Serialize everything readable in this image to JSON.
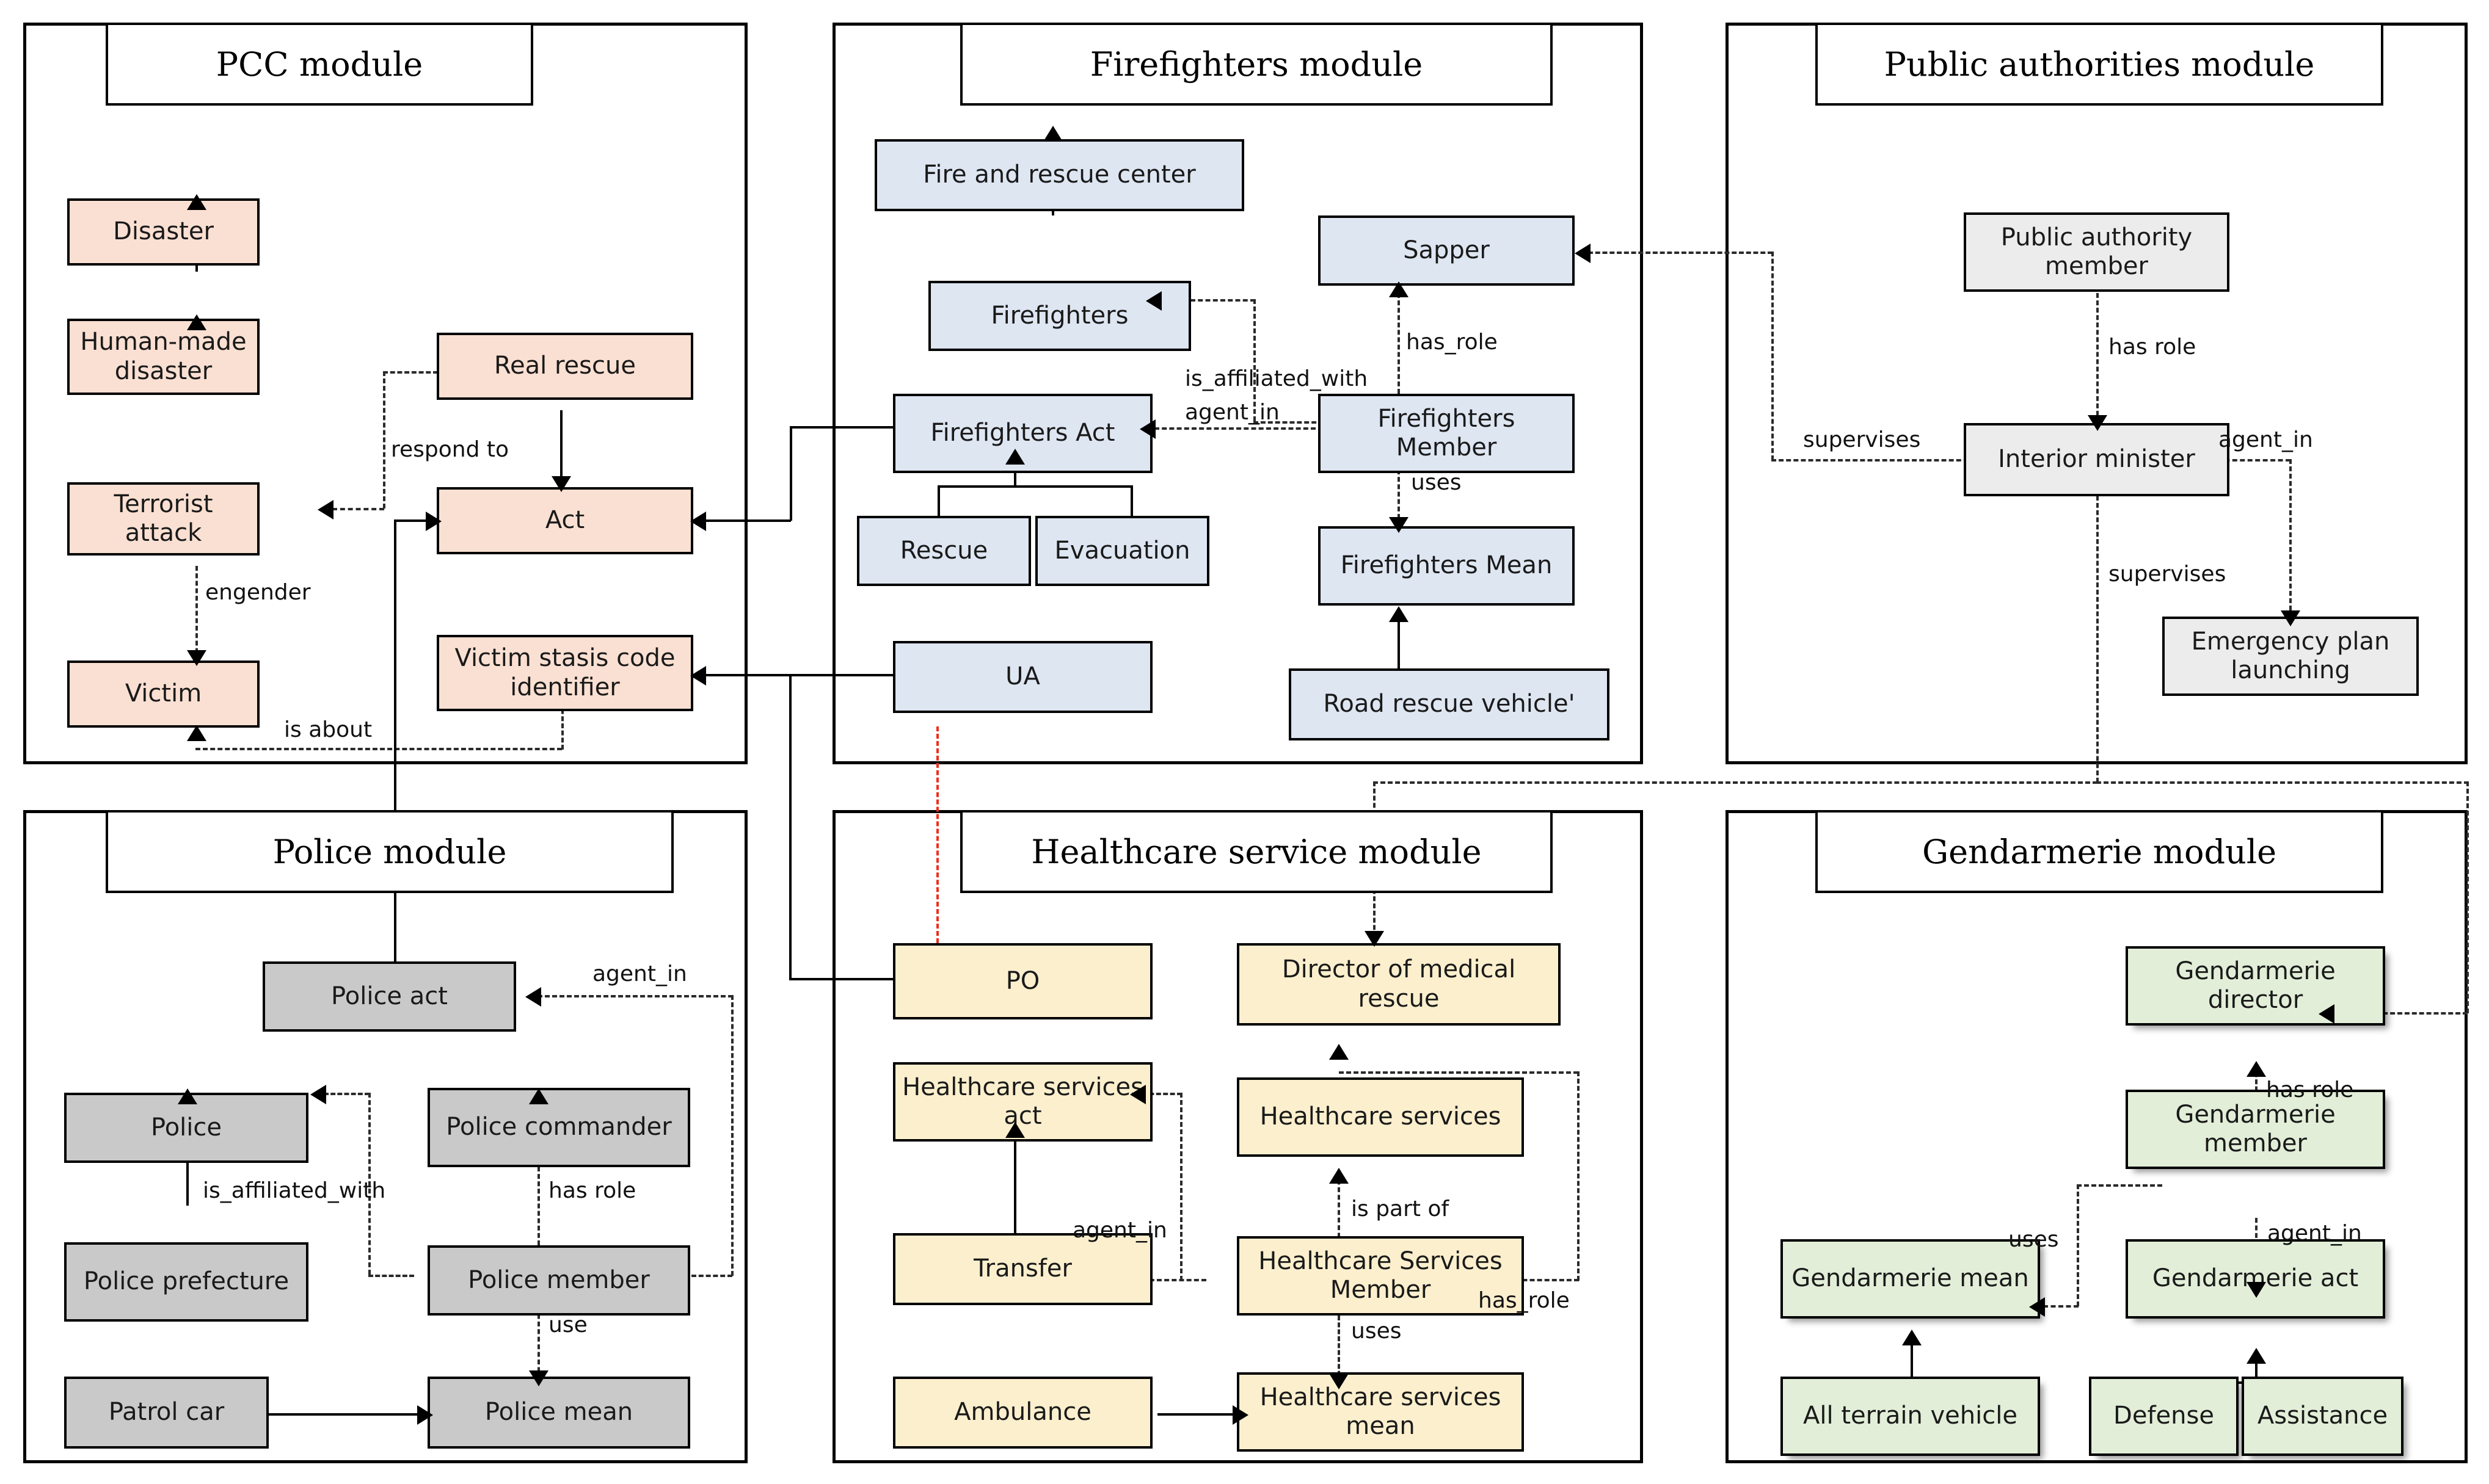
{
  "diagram": {
    "title_font": "serif",
    "palette": {
      "pcc": "#fae0d2",
      "firefighters": "#dee6f2",
      "public_authorities": "#ececec",
      "police": "#c9c9c9",
      "healthcare": "#fcefcd",
      "gendarmerie": "#e2eed8",
      "stroke": "#000000",
      "red_link": "#e8301f"
    }
  },
  "modules": [
    {
      "id": "pcc",
      "title": "PCC module",
      "nodes": [
        {
          "key": "disaster",
          "label": "Disaster"
        },
        {
          "key": "human_made_disaster",
          "label": "Human-made disaster"
        },
        {
          "key": "terrorist_attack",
          "label": "Terrorist attack"
        },
        {
          "key": "victim",
          "label": "Victim"
        },
        {
          "key": "real_rescue",
          "label": "Real rescue"
        },
        {
          "key": "act",
          "label": "Act"
        },
        {
          "key": "victim_stasis",
          "label": "Victim stasis code identifier"
        }
      ],
      "edge_labels": [
        "respond to",
        "engender",
        "is about"
      ]
    },
    {
      "id": "firefighters",
      "title": "Firefighters module",
      "nodes": [
        {
          "key": "fire_rescue_center",
          "label": "Fire and rescue center"
        },
        {
          "key": "firefighters",
          "label": "Firefighters"
        },
        {
          "key": "firefighters_act",
          "label": "Firefighters Act"
        },
        {
          "key": "rescue",
          "label": "Rescue"
        },
        {
          "key": "evacuation",
          "label": "Evacuation"
        },
        {
          "key": "ua",
          "label": "UA"
        },
        {
          "key": "sapper",
          "label": "Sapper"
        },
        {
          "key": "firefighters_member",
          "label": "Firefighters Member"
        },
        {
          "key": "firefighters_mean",
          "label": "Firefighters Mean"
        },
        {
          "key": "road_rescue_vehicle",
          "label": "Road rescue vehicle'"
        }
      ],
      "edge_labels": [
        "is_affiliated_with",
        "has_role",
        "agent_in",
        "uses"
      ]
    },
    {
      "id": "public_authorities",
      "title": "Public authorities module",
      "nodes": [
        {
          "key": "public_authority_member",
          "label": "Public authority member"
        },
        {
          "key": "interior_minister",
          "label": "Interior minister"
        },
        {
          "key": "emergency_plan_launching",
          "label": "Emergency plan launching"
        }
      ],
      "edge_labels": [
        "has role",
        "supervises",
        "agent_in",
        "supervises"
      ]
    },
    {
      "id": "police",
      "title": "Police module",
      "nodes": [
        {
          "key": "police_act",
          "label": "Police act"
        },
        {
          "key": "police",
          "label": "Police"
        },
        {
          "key": "police_commander",
          "label": "Police commander"
        },
        {
          "key": "police_prefecture",
          "label": "Police prefecture"
        },
        {
          "key": "police_member",
          "label": "Police member"
        },
        {
          "key": "patrol_car",
          "label": "Patrol car"
        },
        {
          "key": "police_mean",
          "label": "Police mean"
        }
      ],
      "edge_labels": [
        "agent_in",
        "is_affiliated_with",
        "has role",
        "use"
      ]
    },
    {
      "id": "healthcare",
      "title": "Healthcare service module",
      "nodes": [
        {
          "key": "po",
          "label": "PO"
        },
        {
          "key": "director_medical_rescue",
          "label": "Director of medical rescue"
        },
        {
          "key": "healthcare_services_act",
          "label": "Healthcare services act"
        },
        {
          "key": "healthcare_services",
          "label": "Healthcare services"
        },
        {
          "key": "transfer",
          "label": "Transfer"
        },
        {
          "key": "healthcare_services_member",
          "label": "Healthcare Services Member"
        },
        {
          "key": "ambulance",
          "label": "Ambulance"
        },
        {
          "key": "healthcare_services_mean",
          "label": "Healthcare services mean"
        }
      ],
      "edge_labels": [
        "agent_in",
        "is part of",
        "has_role",
        "uses"
      ]
    },
    {
      "id": "gendarmerie",
      "title": "Gendarmerie module",
      "nodes": [
        {
          "key": "gendarmerie_director",
          "label": "Gendarmerie director"
        },
        {
          "key": "gendarmerie_member",
          "label": "Gendarmerie member"
        },
        {
          "key": "gendarmerie_mean",
          "label": "Gendarmerie mean"
        },
        {
          "key": "gendarmerie_act",
          "label": "Gendarmerie act"
        },
        {
          "key": "all_terrain_vehicle",
          "label": "All terrain vehicle"
        },
        {
          "key": "defense",
          "label": "Defense"
        },
        {
          "key": "assistance",
          "label": "Assistance"
        }
      ],
      "edge_labels": [
        "has role",
        "uses",
        "agent_in"
      ]
    }
  ],
  "labels": {
    "respond_to": "respond to",
    "engender": "engender",
    "is_about": "is about",
    "is_affiliated_with": "is_affiliated_with",
    "has_role_us": "has_role",
    "agent_in": "agent_in",
    "uses": "uses",
    "has_role_sp": "has role",
    "supervises": "supervises",
    "is_part_of": "is part of",
    "use": "use"
  }
}
